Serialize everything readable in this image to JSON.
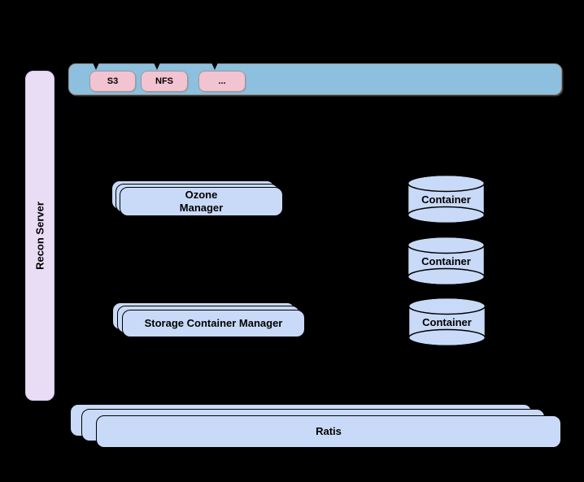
{
  "colors": {
    "bg": "#000000",
    "bar-blue": "#8cc0de",
    "pink": "#f2c3d1",
    "lavender": "#e9ddf6",
    "periwinkle": "#c9daf8",
    "stroke": "#000000"
  },
  "recon_server": {
    "label": "Recon Server"
  },
  "protocol_bar": {
    "items": [
      {
        "label": "S3"
      },
      {
        "label": "NFS"
      },
      {
        "label": "..."
      }
    ]
  },
  "ozone_manager": {
    "line1": "Ozone",
    "line2": "Manager"
  },
  "storage_container_manager": {
    "label": "Storage Container Manager"
  },
  "containers": [
    {
      "label": "Container"
    },
    {
      "label": "Container"
    },
    {
      "label": "Container"
    }
  ],
  "ratis": {
    "label": "Ratis"
  }
}
